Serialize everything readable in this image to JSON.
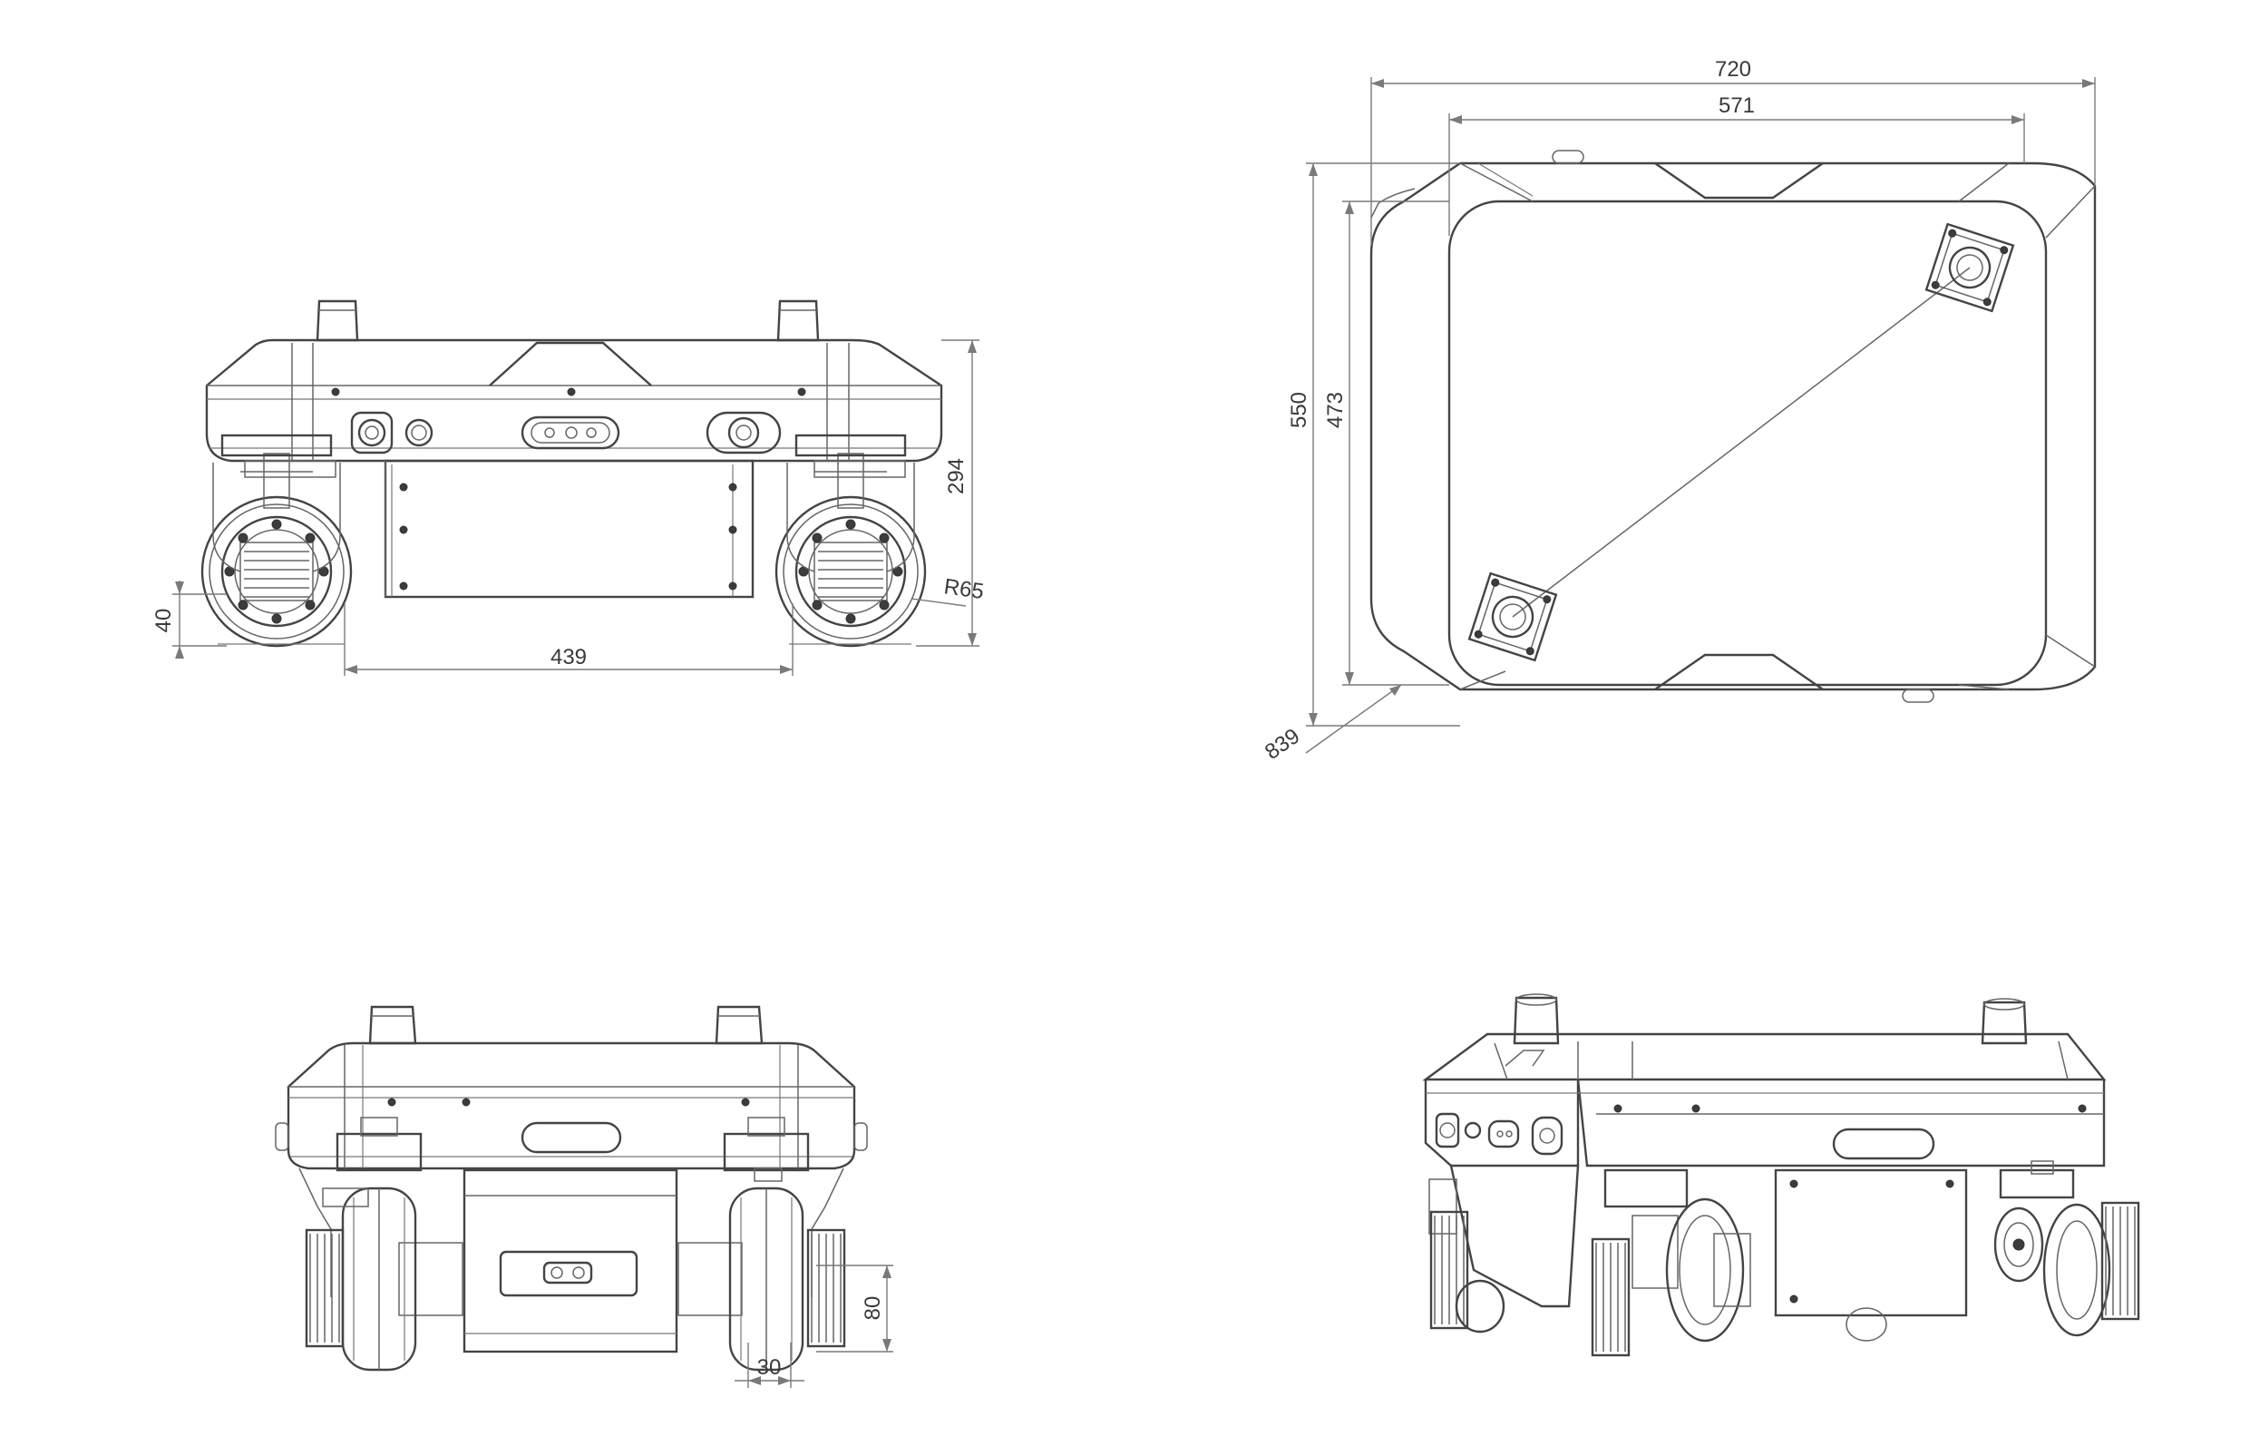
{
  "dimensions": {
    "side_wheelbase": "439",
    "side_height": "294",
    "side_ground_clearance": "40",
    "side_wheel_radius": "R65",
    "top_length": "720",
    "top_inner_length": "571",
    "top_width": "550",
    "top_inner_width": "473",
    "top_diagonal": "839",
    "front_wheel_offset": "80",
    "front_wheel_width": "30"
  },
  "colors": {
    "line": "#444444",
    "dimension": "#7a7a7a",
    "background": "#ffffff"
  }
}
